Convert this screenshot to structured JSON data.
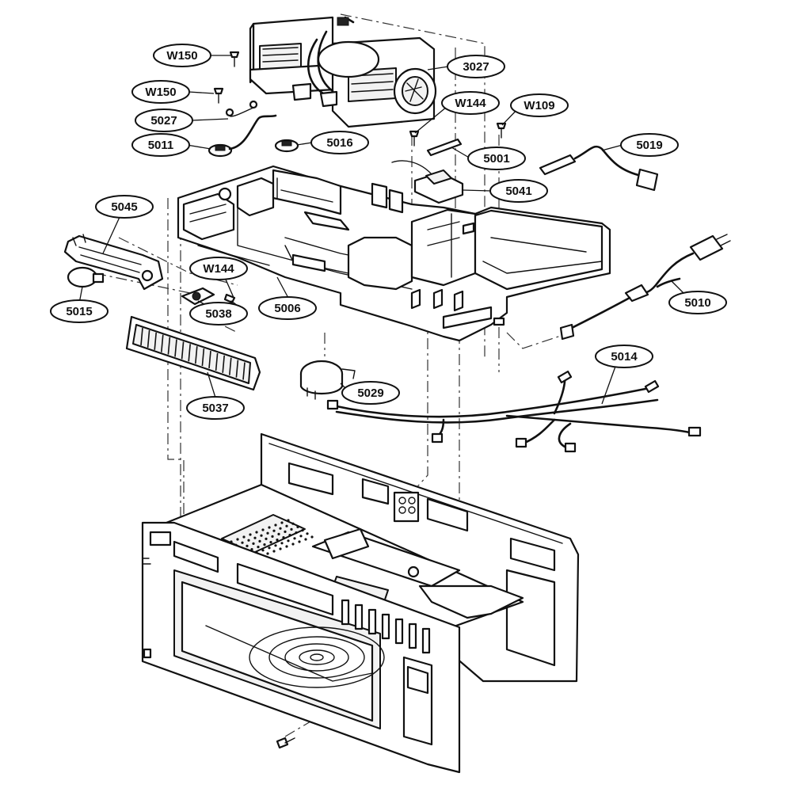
{
  "callouts": [
    {
      "id": "W150_top",
      "text": "W150"
    },
    {
      "id": "3027",
      "text": "3027"
    },
    {
      "id": "W150_mid",
      "text": "W150"
    },
    {
      "id": "W144_top",
      "text": "W144"
    },
    {
      "id": "W109",
      "text": "W109"
    },
    {
      "id": "5027",
      "text": "5027"
    },
    {
      "id": "5011",
      "text": "5011"
    },
    {
      "id": "5016",
      "text": "5016"
    },
    {
      "id": "5001",
      "text": "5001"
    },
    {
      "id": "5019",
      "text": "5019"
    },
    {
      "id": "5041",
      "text": "5041"
    },
    {
      "id": "5045",
      "text": "5045"
    },
    {
      "id": "W144_mid",
      "text": "W144"
    },
    {
      "id": "5010",
      "text": "5010"
    },
    {
      "id": "5015",
      "text": "5015"
    },
    {
      "id": "5038",
      "text": "5038"
    },
    {
      "id": "5006",
      "text": "5006"
    },
    {
      "id": "5014",
      "text": "5014"
    },
    {
      "id": "5029",
      "text": "5029"
    },
    {
      "id": "5037",
      "text": "5037"
    }
  ]
}
